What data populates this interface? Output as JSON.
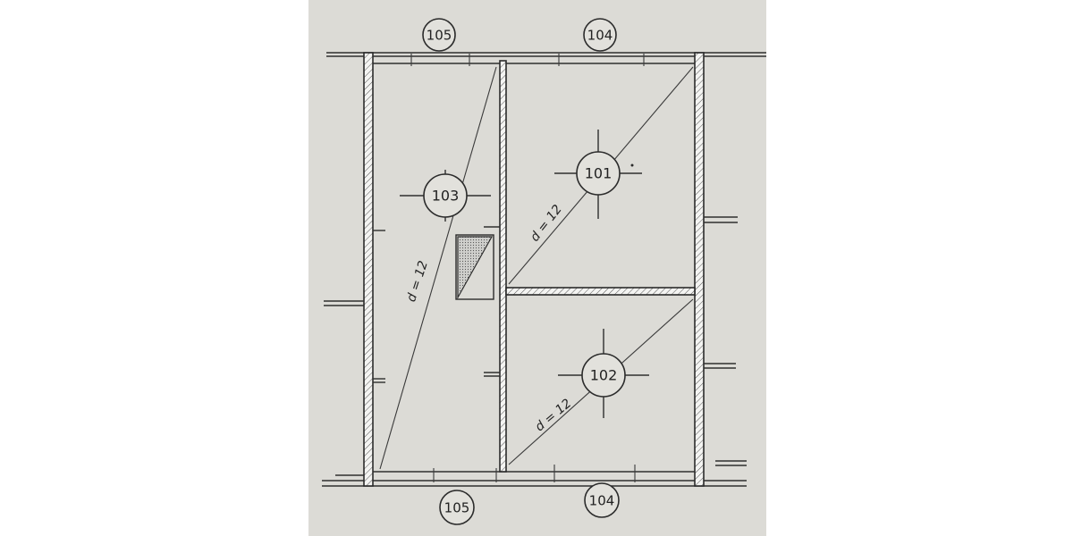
{
  "rooms": {
    "r101": {
      "label": "101",
      "span": "d = 12"
    },
    "r102": {
      "label": "102",
      "span": "d = 12"
    },
    "r103": {
      "label": "103",
      "span": "d = 12"
    }
  },
  "markers": {
    "top_105": "105",
    "top_104": "104",
    "bottom_105": "105",
    "bottom_104": "104"
  },
  "colors": {
    "paper": "#dcdbd6",
    "ink": "#2b2b2b"
  }
}
